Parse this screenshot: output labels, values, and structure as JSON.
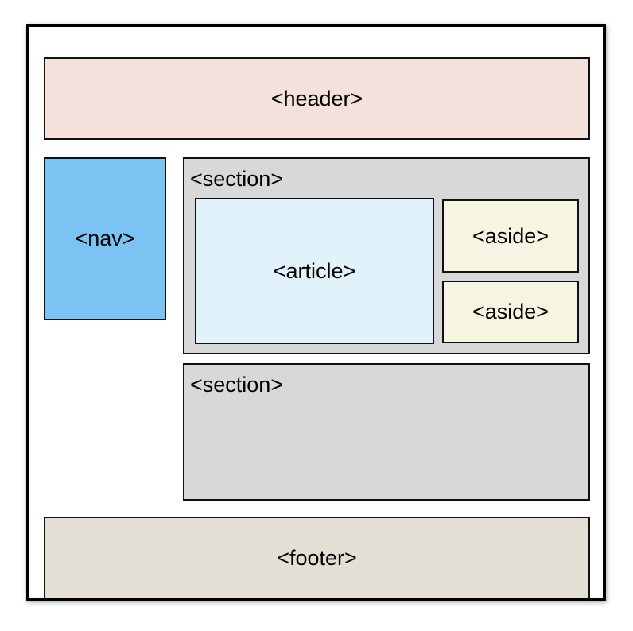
{
  "colors": {
    "header": "#f5e1db",
    "nav": "#7bc3f3",
    "section": "#d8d8d8",
    "article": "#e2f2fb",
    "aside": "#f6f5e2",
    "footer": "#e4dfd5",
    "border": "#111111"
  },
  "diagram": {
    "header": "<header>",
    "nav": "<nav>",
    "sections": [
      {
        "label": "<section>",
        "article": "<article>",
        "asides": [
          "<aside>",
          "<aside>"
        ]
      },
      {
        "label": "<section>"
      }
    ],
    "footer": "<footer>"
  }
}
